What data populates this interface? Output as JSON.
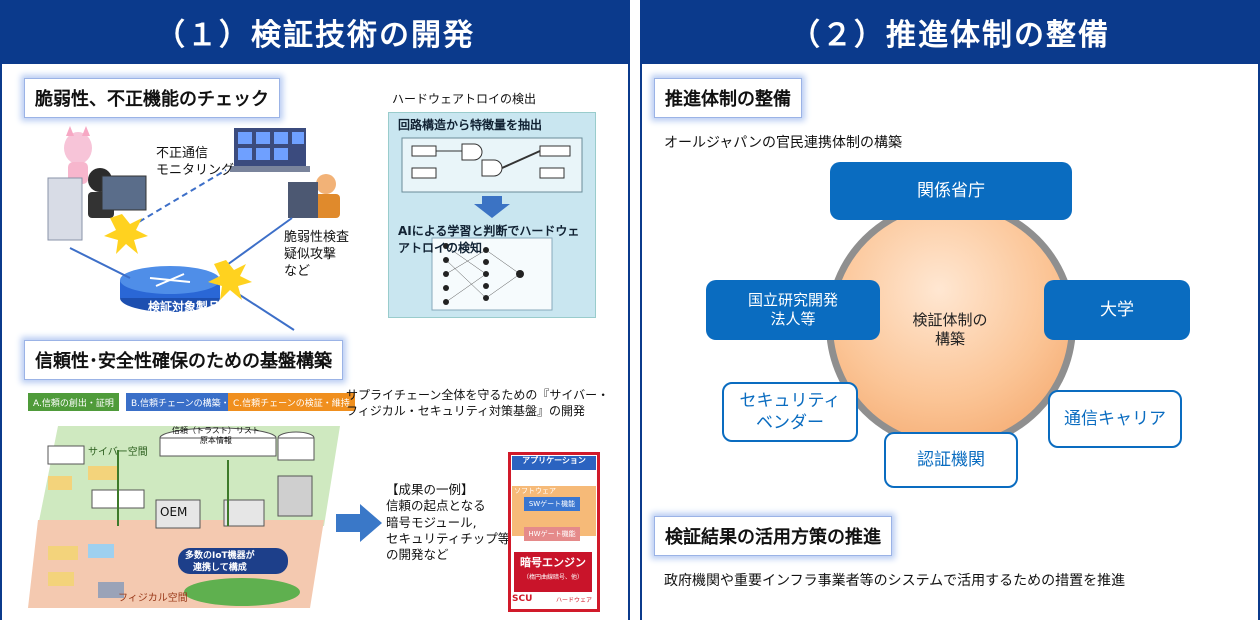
{
  "left_panel": {
    "header": "（１）検証技術の開発",
    "section1": {
      "title": "脆弱性、不正機能のチェック",
      "monitoring_label": "不正通信\nモニタリング",
      "attack_label": "脆弱性検査\n疑似攻撃\nなど",
      "product_label": "検証対象製品",
      "hw_caption": "ハードウェアトロイの検出",
      "hw_step1": "回路構造から特徴量を抽出",
      "hw_step2": "AIによる学習と判断でハードウェアトロイの検知"
    },
    "section2": {
      "title": "信頼性･安全性確保のための基盤構築",
      "tags": [
        "A.信頼の創出・証明",
        "B.信頼チェーンの構築・流通",
        "C.信頼チェーンの検証・維持"
      ],
      "cyber_label": "サイバー空間",
      "physical_label": "フィジカル空間",
      "oem_label": "OEM",
      "iot_label": "多数のIoT機器が\n連携して構成",
      "list_label": "信頼（トラスト）リスト\n原本情報",
      "description": "サプライチェーン全体を守るための『サイバー・\nフィジカル・セキュリティ対策基盤』の開発",
      "result_label": "【成果の一例】\n信頼の起点となる\n暗号モジュール,\nセキュリティチップ等\nの開発など",
      "scu": {
        "app": "アプリケーション",
        "software": "ソフトウェア",
        "sw_gate": "SWゲート機能",
        "hw_gate": "HWゲート機能",
        "engine": "暗号エンジン",
        "engine_sub": "（楕円曲線暗号、他）",
        "scu": "SCU",
        "hardware": "ハードウェア"
      }
    }
  },
  "right_panel": {
    "header": "（２）推進体制の整備",
    "section1": {
      "title": "推進体制の整備",
      "subtitle": "オールジャパンの官民連携体制の構築",
      "center": "検証体制の\n構築",
      "orgs_solid": [
        "関係省庁",
        "国立研究開発\n法人等",
        "大学"
      ],
      "orgs_outline": [
        "セキュリティ\nベンダー",
        "認証機関",
        "通信キャリア"
      ]
    },
    "section2": {
      "title": "検証結果の活用方策の推進",
      "text": "政府機関や重要インフラ事業者等のシステムで活用するための措置を推進"
    }
  },
  "colors": {
    "header_bg": "#0b3a8c",
    "org_blue": "#0a6cc0",
    "circle_orange": "#f6b07a",
    "cyber_green": "#cfe9c0",
    "physical_pink": "#f4c9b0",
    "scu_red": "#d11a2a"
  }
}
